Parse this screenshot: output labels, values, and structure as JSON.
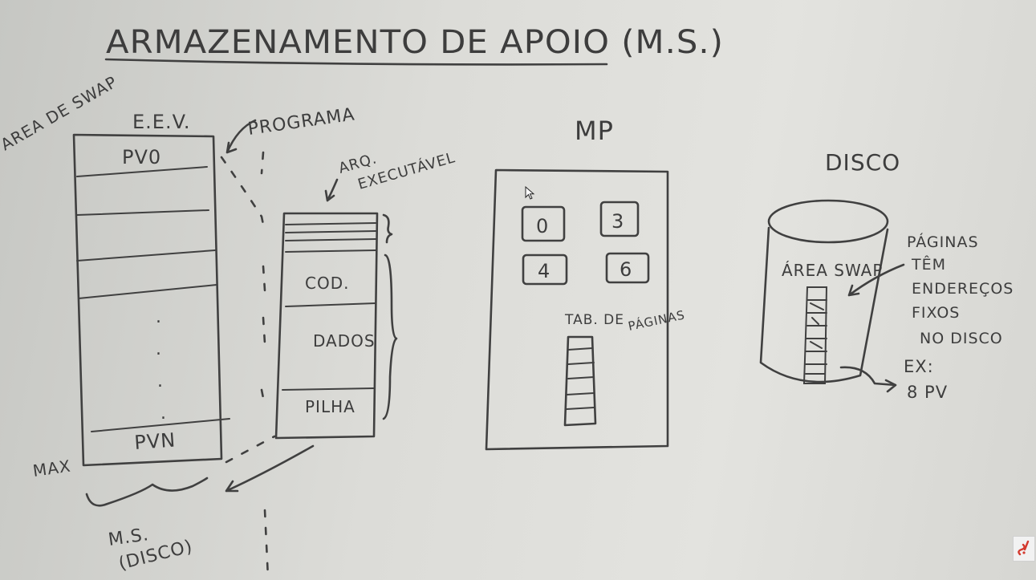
{
  "title": "ARMAZENAMENTO DE APOIO (M.S.)",
  "left": {
    "swap_label": "AREA DE SWAP",
    "eev_label": "E.E.V.",
    "programa_label": "PROGRAMA",
    "page_first": "PV0",
    "page_last": "PVN",
    "max_label": "MAX",
    "dots": ".",
    "ms_label": "M.S.",
    "disco_label": "(DISCO)"
  },
  "exec": {
    "label_line1": "ARQ.",
    "label_line2": "EXECUTÁVEL",
    "sections": [
      "COD.",
      "DADOS",
      "PILHA"
    ]
  },
  "mp": {
    "label": "MP",
    "pages": [
      "0",
      "3",
      "4",
      "6"
    ],
    "table_label_line1": "TAB. DE",
    "table_label_line2": "PÁGINAS"
  },
  "disk": {
    "label": "DISCO",
    "swap_area": "ÁREA SWAP",
    "note_lines": [
      "PÁGINAS",
      "TÊM",
      "ENDEREÇOS",
      "FIXOS",
      "NO DISCO"
    ],
    "example_line1": "EX:",
    "example_line2": "8 PV"
  }
}
